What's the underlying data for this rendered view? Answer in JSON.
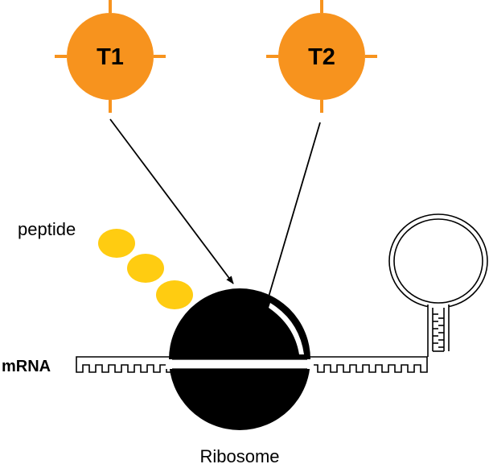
{
  "colors": {
    "transporter": "#F7931E",
    "peptide": "#FFCC11",
    "ribosome": "#000000",
    "background": "#ffffff"
  },
  "labels": {
    "t1": "T1",
    "t2": "T2",
    "peptide": "peptide",
    "mrna": "mRNA",
    "ribosome": "Ribosome"
  }
}
